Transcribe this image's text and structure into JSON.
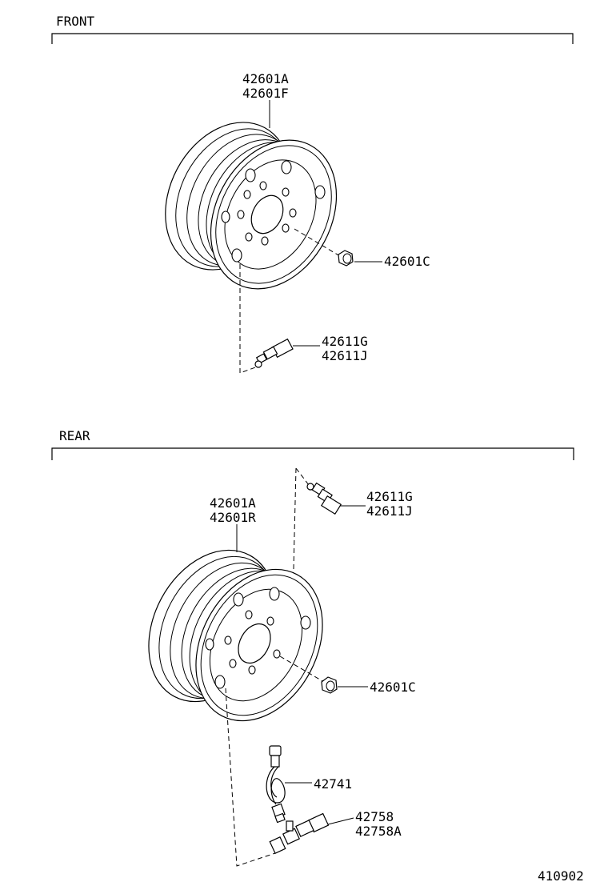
{
  "sections": {
    "front": {
      "title": "FRONT"
    },
    "rear": {
      "title": "REAR"
    }
  },
  "callouts": {
    "front_wheel": [
      "42601A",
      "42601F"
    ],
    "front_nut": "42601C",
    "front_valve": [
      "42611G",
      "42611J"
    ],
    "rear_valve": [
      "42611G",
      "42611J"
    ],
    "rear_wheel": [
      "42601A",
      "42601R"
    ],
    "rear_nut": "42601C",
    "rear_extension": "42741",
    "rear_valve_stem": [
      "42758",
      "42758A"
    ]
  },
  "diagram_id": "410902"
}
